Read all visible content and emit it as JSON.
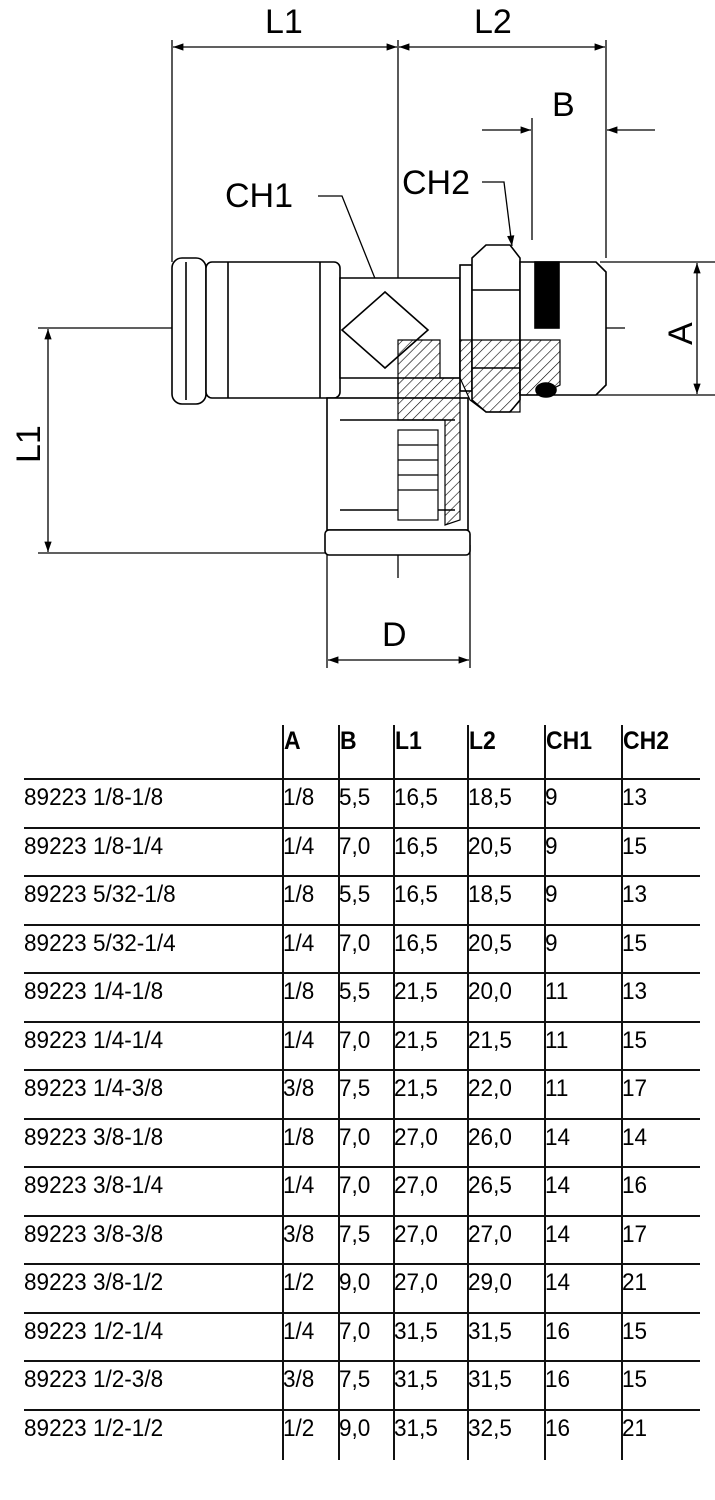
{
  "drawing": {
    "dimension_labels": {
      "top_l1": "L1",
      "top_l2": "L2",
      "b": "B",
      "ch1": "CH1",
      "ch2": "CH2",
      "a": "A",
      "side_l1": "L1",
      "d": "D"
    }
  },
  "table": {
    "columns": [
      "A",
      "B",
      "L1",
      "L2",
      "CH1",
      "CH2"
    ],
    "rows": [
      {
        "code": "89223 1/8-1/8",
        "values": [
          "1/8",
          "5,5",
          "16,5",
          "18,5",
          "9",
          "13"
        ]
      },
      {
        "code": "89223 1/8-1/4",
        "values": [
          "1/4",
          "7,0",
          "16,5",
          "20,5",
          "9",
          "15"
        ]
      },
      {
        "code": "89223 5/32-1/8",
        "values": [
          "1/8",
          "5,5",
          "16,5",
          "18,5",
          "9",
          "13"
        ]
      },
      {
        "code": "89223 5/32-1/4",
        "values": [
          "1/4",
          "7,0",
          "16,5",
          "20,5",
          "9",
          "15"
        ]
      },
      {
        "code": "89223 1/4-1/8",
        "values": [
          "1/8",
          "5,5",
          "21,5",
          "20,0",
          "11",
          "13"
        ]
      },
      {
        "code": "89223 1/4-1/4",
        "values": [
          "1/4",
          "7,0",
          "21,5",
          "21,5",
          "11",
          "15"
        ]
      },
      {
        "code": "89223 1/4-3/8",
        "values": [
          "3/8",
          "7,5",
          "21,5",
          "22,0",
          "11",
          "17"
        ]
      },
      {
        "code": "89223 3/8-1/8",
        "values": [
          "1/8",
          "7,0",
          "27,0",
          "26,0",
          "14",
          "14"
        ]
      },
      {
        "code": "89223 3/8-1/4",
        "values": [
          "1/4",
          "7,0",
          "27,0",
          "26,5",
          "14",
          "16"
        ]
      },
      {
        "code": "89223 3/8-3/8",
        "values": [
          "3/8",
          "7,5",
          "27,0",
          "27,0",
          "14",
          "17"
        ]
      },
      {
        "code": "89223 3/8-1/2",
        "values": [
          "1/2",
          "9,0",
          "27,0",
          "29,0",
          "14",
          "21"
        ]
      },
      {
        "code": "89223 1/2-1/4",
        "values": [
          "1/4",
          "7,0",
          "31,5",
          "31,5",
          "16",
          "15"
        ]
      },
      {
        "code": "89223 1/2-3/8",
        "values": [
          "3/8",
          "7,5",
          "31,5",
          "31,5",
          "16",
          "15"
        ]
      },
      {
        "code": "89223 1/2-1/2",
        "values": [
          "1/2",
          "9,0",
          "31,5",
          "32,5",
          "16",
          "21"
        ]
      }
    ]
  }
}
